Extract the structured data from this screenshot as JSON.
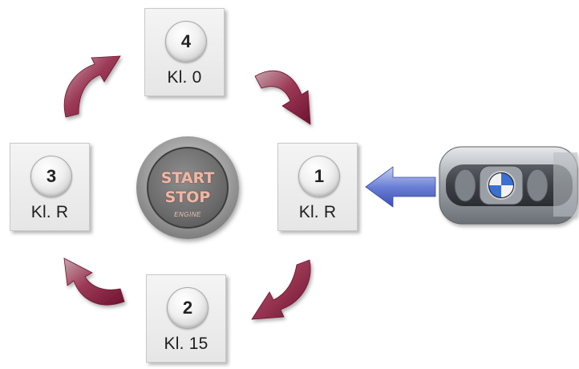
{
  "states": {
    "s1": {
      "number": "1",
      "label": "Kl. R"
    },
    "s2": {
      "number": "2",
      "label": "Kl. 15"
    },
    "s3": {
      "number": "3",
      "label": "Kl. R"
    },
    "s4": {
      "number": "4",
      "label": "Kl. 0"
    }
  },
  "button": {
    "line1": "START",
    "line2": "STOP",
    "line3": "ENGINE"
  },
  "colors": {
    "cycle_arrow": "#8e1f3f",
    "insert_arrow": "#5a6fcf",
    "box_background": "#eeeeee"
  },
  "icons": {
    "key_fob": "bmw-key-fob-icon",
    "insert_arrow": "arrow-left-icon"
  }
}
